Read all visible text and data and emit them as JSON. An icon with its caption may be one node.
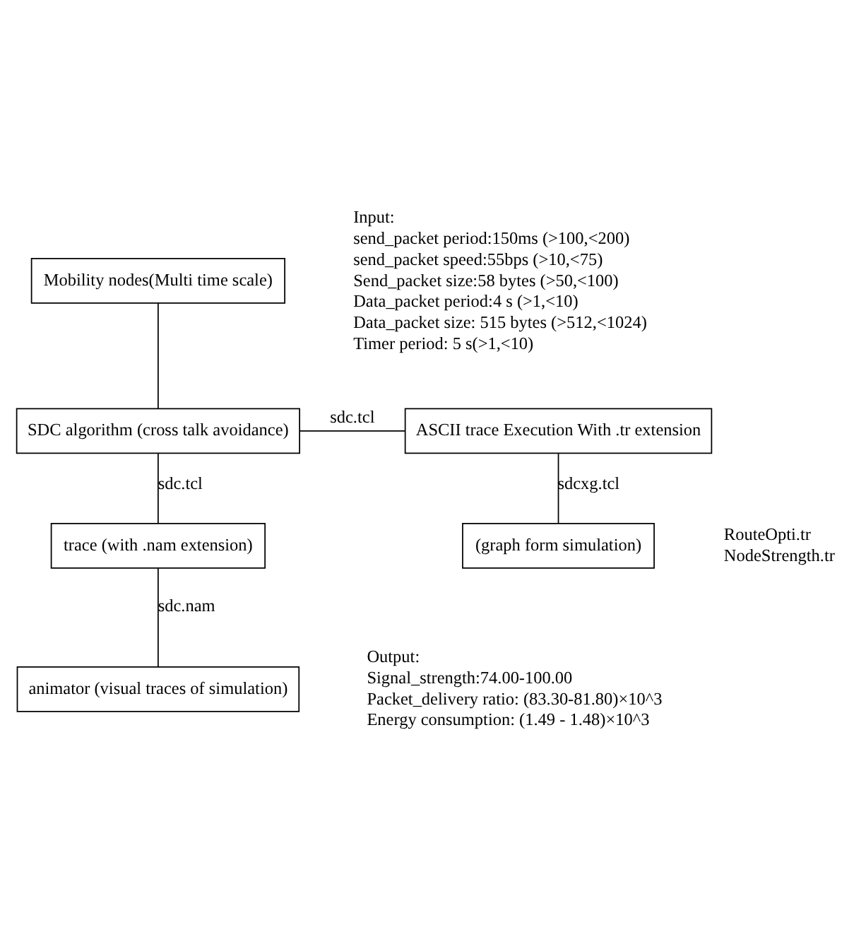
{
  "diagram": {
    "nodes": [
      {
        "text": [
          "Mobility nodes(Multi time scale)"
        ]
      },
      {
        "text": [
          "SDC algorithm (cross talk avoidance)"
        ]
      },
      {
        "text": [
          "ASCII trace Execution With .tr extension"
        ]
      },
      {
        "text": [
          "trace (with .nam extension)"
        ]
      },
      {
        "text": [
          "(graph form simulation)"
        ]
      },
      {
        "text": [
          "animator (visual traces of simulation)"
        ]
      }
    ],
    "edges": [
      {
        "from": 0,
        "to": 1,
        "arrow": "none"
      },
      {
        "from": 1,
        "to": 2,
        "arrow": "none",
        "label": "sdc.tcl"
      },
      {
        "from": 1,
        "to": 3,
        "arrow": "none",
        "label": "sdc.tcl"
      },
      {
        "from": 2,
        "to": 4,
        "arrow": "none",
        "label": "sdcxg.tcl"
      },
      {
        "from": 3,
        "to": 5,
        "arrow": "none",
        "label": "sdc.nam"
      }
    ],
    "labels": [
      "Input:",
      "send_packet period:150ms (>100,<200)",
      "send_packet speed:55bps (>10,<75)",
      "Send_packet size:58 bytes (>50,<100)",
      "Data_packet period:4 s (>1,<10)",
      "Data_packet size: 515 bytes (>512,<1024)",
      "Timer period: 5 s(>1,<10)",
      "RouteOpti.tr",
      "NodeStrength.tr",
      "Output:",
      "Signal_strength:74.00-100.00",
      "Packet_delivery ratio: (83.30-81.80)×10^3",
      "Energy consumption: (1.49 - 1.48)×10^3"
    ]
  }
}
